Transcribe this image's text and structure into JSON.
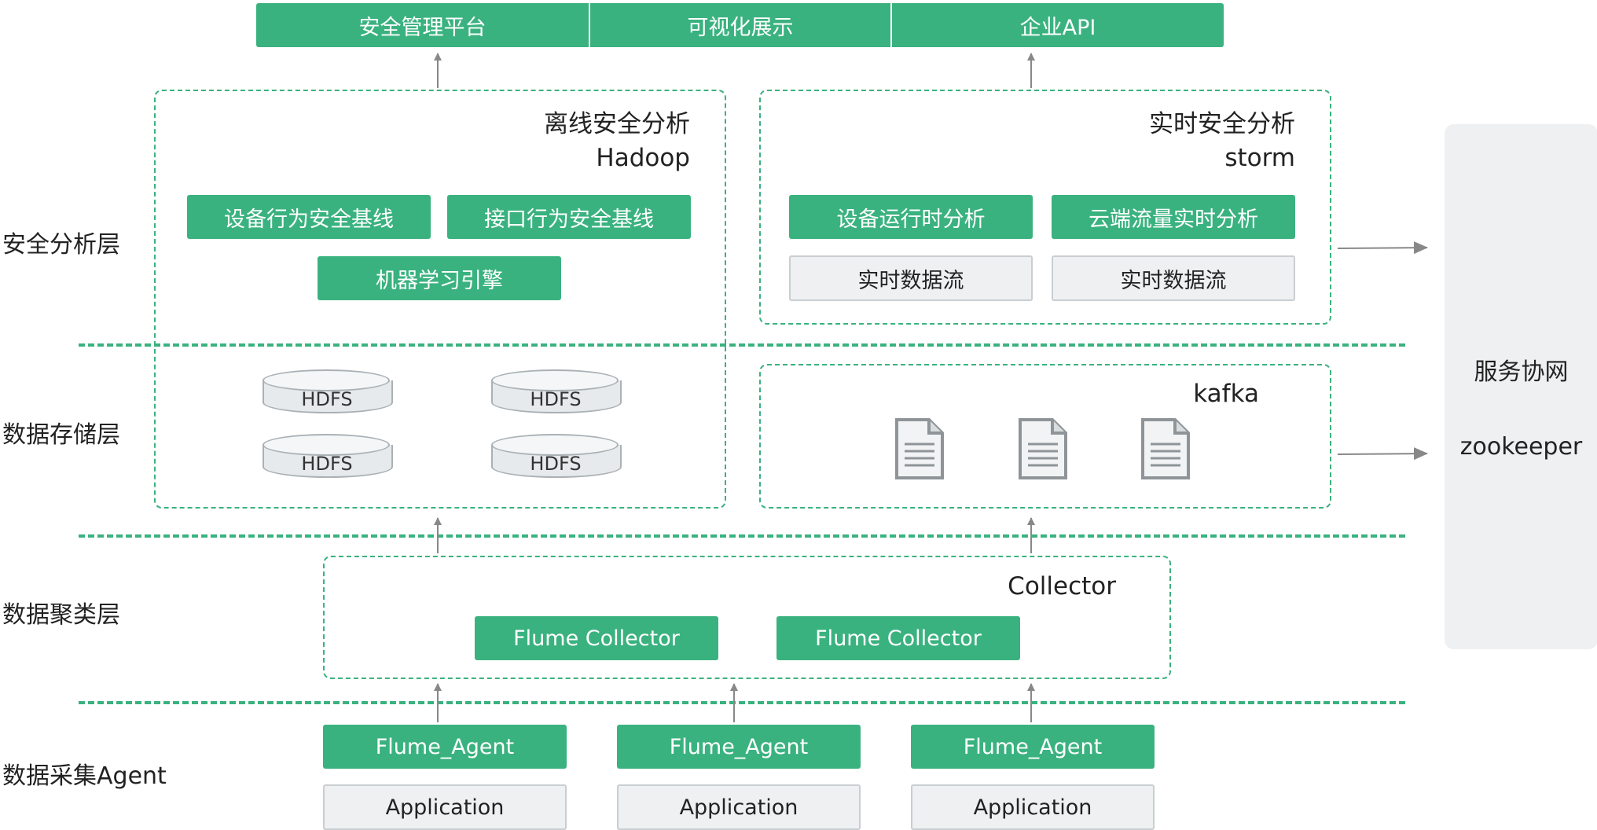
{
  "top_bar": {
    "items": [
      "安全管理平台",
      "可视化展示",
      "企业API"
    ]
  },
  "layers": {
    "analysis": "安全分析层",
    "storage": "数据存储层",
    "aggregation": "数据聚类层",
    "collection": "数据采集Agent"
  },
  "offline": {
    "title": "离线安全分析",
    "subtitle": "Hadoop",
    "boxes": [
      "设备行为安全基线",
      "接口行为安全基线",
      "机器学习引擎"
    ]
  },
  "realtime": {
    "title": "实时安全分析",
    "subtitle": "storm",
    "green_boxes": [
      "设备运行时分析",
      "云端流量实时分析"
    ],
    "gray_boxes": [
      "实时数据流",
      "实时数据流"
    ]
  },
  "storage": {
    "hdfs": [
      "HDFS",
      "HDFS",
      "HDFS",
      "HDFS"
    ],
    "kafka_title": "kafka"
  },
  "collector": {
    "title": "Collector",
    "boxes": [
      "Flume Collector",
      "Flume Collector"
    ]
  },
  "agents": {
    "flume": [
      "Flume_Agent",
      "Flume_Agent",
      "Flume_Agent"
    ],
    "apps": [
      "Application",
      "Application",
      "Application"
    ]
  },
  "side_panel": {
    "title": "服务协网",
    "subtitle": "zookeeper"
  },
  "colors": {
    "accent": "#3ab27f",
    "gray_fill": "#eef0f1",
    "arrow": "#888888"
  }
}
